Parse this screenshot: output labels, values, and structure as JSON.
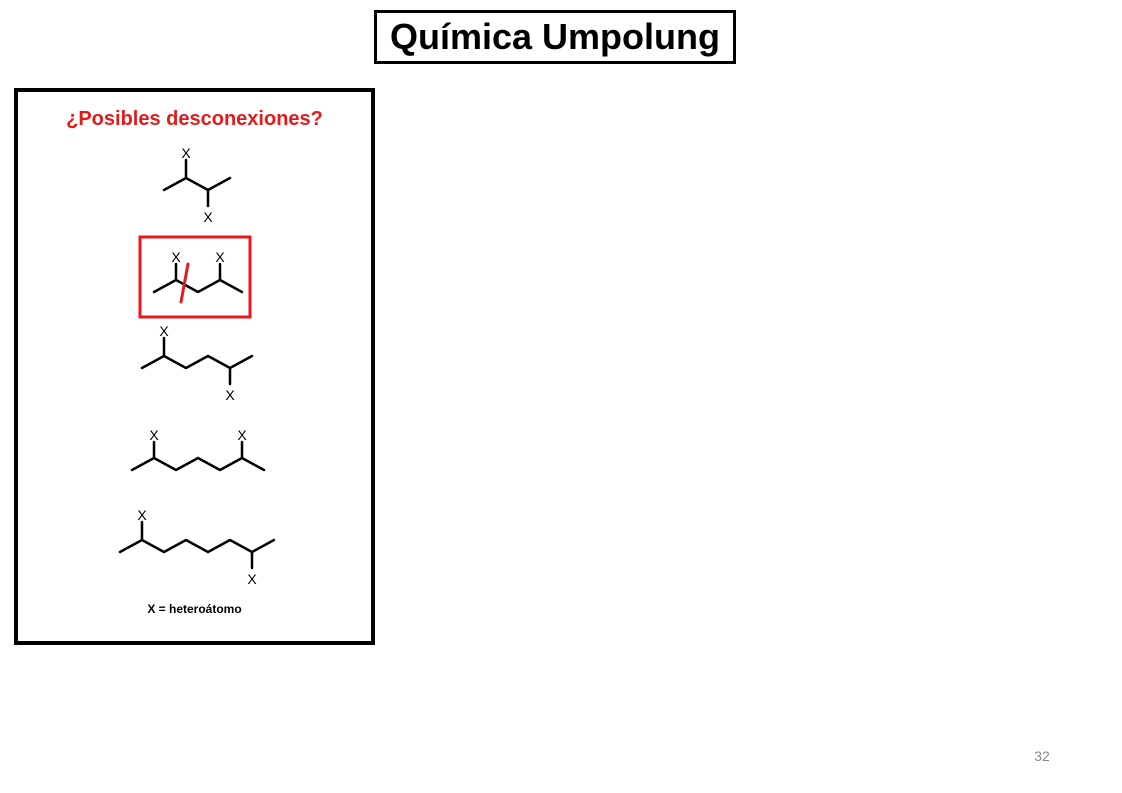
{
  "title": "Química Umpolung",
  "panel": {
    "heading": "¿Posibles desconexiones?",
    "legend": "X = heteroátomo",
    "heteroatom_label": "X",
    "molecules": [
      {
        "id": "1,2",
        "highlighted": false
      },
      {
        "id": "1,3",
        "highlighted": true,
        "disconnection_mark": true
      },
      {
        "id": "1,4",
        "highlighted": false
      },
      {
        "id": "1,5",
        "highlighted": false
      },
      {
        "id": "1,6",
        "highlighted": false
      }
    ]
  },
  "page_number": "32",
  "colors": {
    "accent": "#e31b1b",
    "bond": "#000000",
    "page_number": "#888888"
  }
}
